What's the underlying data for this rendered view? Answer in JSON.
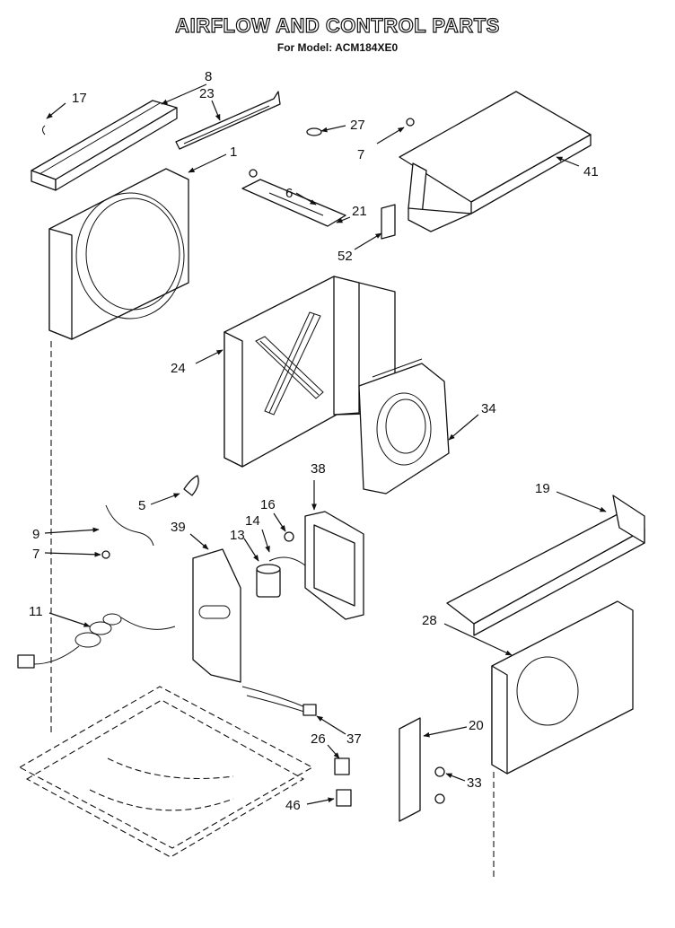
{
  "title": "AIRFLOW AND CONTROL PARTS",
  "subtitle": "For Model: ACM184XE0",
  "callouts": [
    "17",
    "8",
    "23",
    "27",
    "7",
    "41",
    "1",
    "6",
    "21",
    "52",
    "24",
    "34",
    "5",
    "38",
    "19",
    "16",
    "14",
    "9",
    "39",
    "13",
    "7",
    "11",
    "28",
    "20",
    "37",
    "26",
    "33",
    "46"
  ],
  "colors": {
    "line": "#111111",
    "background": "#ffffff"
  }
}
